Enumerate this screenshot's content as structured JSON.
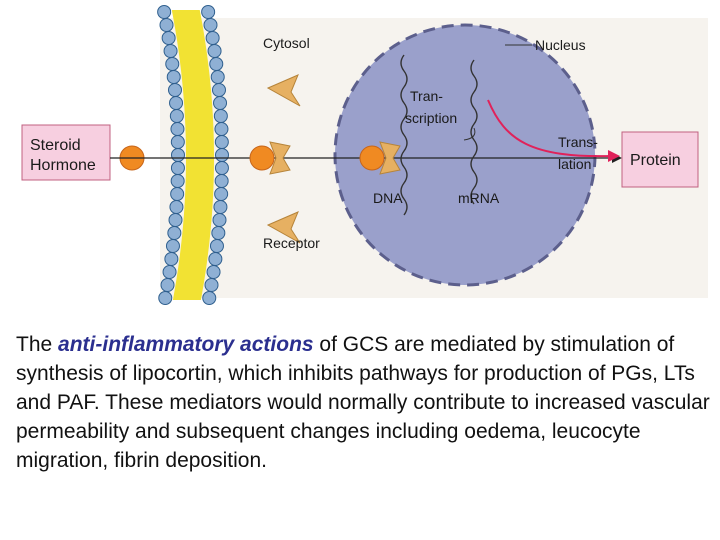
{
  "colors": {
    "background_panel": "#f6f3ee",
    "membrane_head": "#8fb0d4",
    "membrane_tail": "#f2e233",
    "nucleus": "#9aa0cb",
    "steroid": "#f08a22",
    "receptor": "#e6b062",
    "label_box": "#f7cfe0",
    "translation_arrow": "#e0225a",
    "caption_emphasis": "#2b2f8f"
  },
  "diagram": {
    "steroid_hormone_line1": "Steroid",
    "steroid_hormone_line2": "Hormone",
    "cytosol": "Cytosol",
    "receptor": "Receptor",
    "nucleus": "Nucleus",
    "transcription_line1": "Tran-",
    "transcription_line2": "scription",
    "translation_line1": "Trans-",
    "translation_line2": "lation",
    "dna": "DNA",
    "mrna": "mRNA",
    "protein": "Protein"
  },
  "caption": {
    "prefix": "The ",
    "emphasis": "anti-inflammatory actions",
    "suffix": " of GCS are mediated by stimulation of synthesis of lipocortin, which inhibits pathways for production of PGs, LTs and PAF. These mediators would normally contribute to increased vascular permeability and subsequent changes including oedema, leucocyte migration, fibrin deposition."
  }
}
